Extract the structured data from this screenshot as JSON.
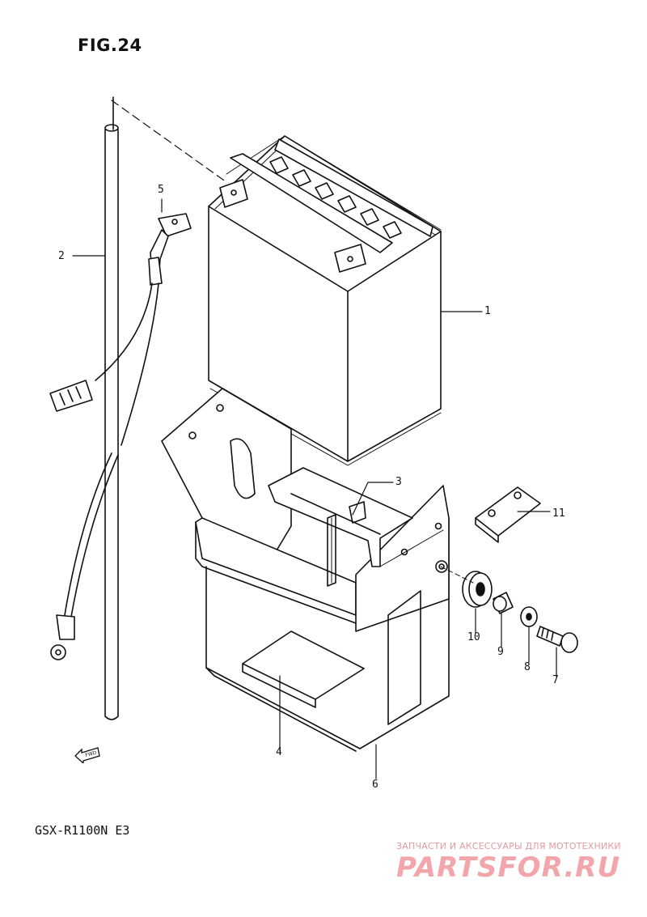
{
  "figure": {
    "title": "FIG.24",
    "model": "GSX-R1100N  E3",
    "fwd_label": "FWD"
  },
  "callouts": [
    {
      "id": "c1",
      "label": "1"
    },
    {
      "id": "c2",
      "label": "2"
    },
    {
      "id": "c3",
      "label": "3"
    },
    {
      "id": "c4",
      "label": "4"
    },
    {
      "id": "c5",
      "label": "5"
    },
    {
      "id": "c6",
      "label": "6"
    },
    {
      "id": "c7",
      "label": "7"
    },
    {
      "id": "c8",
      "label": "8"
    },
    {
      "id": "c9",
      "label": "9"
    },
    {
      "id": "c10",
      "label": "10"
    },
    {
      "id": "c11",
      "label": "11"
    }
  ],
  "watermark": {
    "subtitle": "ЗАПЧАСТИ И АКСЕССУАРЫ ДЛЯ МОТОТЕХНИКИ",
    "logo": "PARTSFOR.RU"
  }
}
